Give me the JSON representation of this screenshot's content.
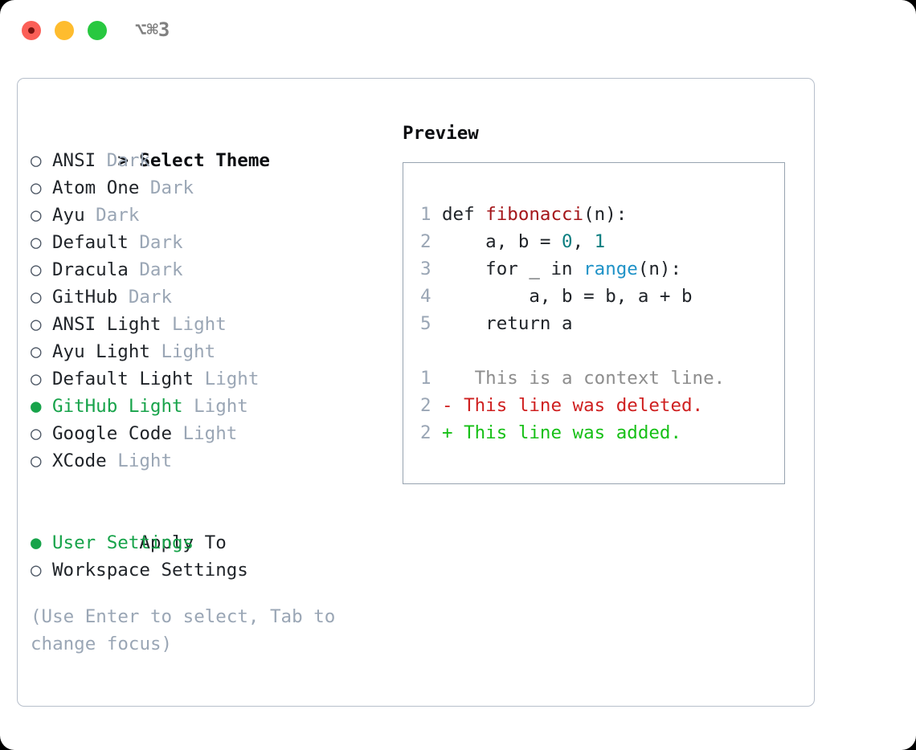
{
  "titlebar": {
    "shortcut": "⌥⌘3",
    "buttons": [
      {
        "name": "close",
        "color": "#fb5f57"
      },
      {
        "name": "minimize",
        "color": "#febc2e"
      },
      {
        "name": "maximize",
        "color": "#28c840"
      }
    ]
  },
  "theme_list": {
    "header_marker": ">",
    "header_label": "Select Theme",
    "radio_unselected": "○",
    "radio_selected": "●",
    "items": [
      {
        "name": "ANSI",
        "variant": "Dark",
        "selected": false
      },
      {
        "name": "Atom One",
        "variant": "Dark",
        "selected": false
      },
      {
        "name": "Ayu",
        "variant": "Dark",
        "selected": false
      },
      {
        "name": "Default",
        "variant": "Dark",
        "selected": false
      },
      {
        "name": "Dracula",
        "variant": "Dark",
        "selected": false
      },
      {
        "name": "GitHub",
        "variant": "Dark",
        "selected": false
      },
      {
        "name": "ANSI Light",
        "variant": "Light",
        "selected": false
      },
      {
        "name": "Ayu Light",
        "variant": "Light",
        "selected": false
      },
      {
        "name": "Default Light",
        "variant": "Light",
        "selected": false
      },
      {
        "name": "GitHub Light",
        "variant": "Light",
        "selected": true
      },
      {
        "name": "Google Code",
        "variant": "Light",
        "selected": false
      },
      {
        "name": "XCode",
        "variant": "Light",
        "selected": false
      }
    ]
  },
  "apply_to": {
    "heading": "Apply To",
    "options": [
      {
        "name": "User Settings",
        "selected": true
      },
      {
        "name": "Workspace Settings",
        "selected": false
      }
    ]
  },
  "hint": "(Use Enter to select, Tab to change focus)",
  "preview": {
    "title": "Preview",
    "code_lines": [
      {
        "number": "1",
        "tokens": [
          {
            "t": "def ",
            "c": "plain"
          },
          {
            "t": "fibonacci",
            "c": "fn"
          },
          {
            "t": "(n):",
            "c": "plain"
          }
        ]
      },
      {
        "number": "2",
        "tokens": [
          {
            "t": "    a, b = ",
            "c": "plain"
          },
          {
            "t": "0",
            "c": "num"
          },
          {
            "t": ", ",
            "c": "plain"
          },
          {
            "t": "1",
            "c": "num"
          }
        ]
      },
      {
        "number": "3",
        "tokens": [
          {
            "t": "    for _ in ",
            "c": "plain"
          },
          {
            "t": "range",
            "c": "build"
          },
          {
            "t": "(n):",
            "c": "plain"
          }
        ]
      },
      {
        "number": "4",
        "tokens": [
          {
            "t": "        a, b = b, a + b",
            "c": "plain"
          }
        ]
      },
      {
        "number": "5",
        "tokens": [
          {
            "t": "    return a",
            "c": "plain"
          }
        ]
      }
    ],
    "diff_lines": [
      {
        "number": "1",
        "sign": " ",
        "text": "  This is a context line.",
        "kind": "ctx"
      },
      {
        "number": "2",
        "sign": "-",
        "text": " This line was deleted.",
        "kind": "del"
      },
      {
        "number": "2",
        "sign": "+",
        "text": " This line was added.",
        "kind": "add"
      }
    ]
  },
  "colors": {
    "selected_green": "#17a34a",
    "muted_gray": "#9aa6b5",
    "function_red": "#a4161a",
    "number_teal": "#0b7e80",
    "builtin_blue": "#1f92c7",
    "diff_delete": "#cf2020",
    "diff_add": "#17c017",
    "border": "#b7bfcb"
  }
}
